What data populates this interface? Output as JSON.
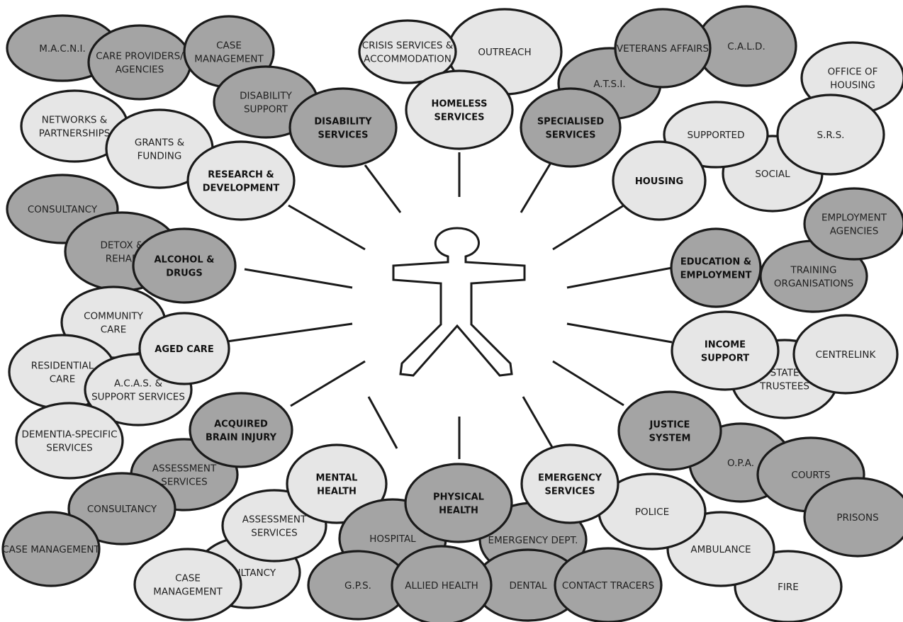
{
  "colors": {
    "dark_bubble": "#a4a4a4",
    "light_bubble": "#e6e6e6",
    "outline": "#1a1a1a",
    "background": "#ffffff"
  },
  "center_icon": "person-outline-icon",
  "bubbles": [
    {
      "id": "macni",
      "text": [
        "M.A.C.N.I."
      ],
      "tone": "dark",
      "kind": "sub"
    },
    {
      "id": "care-providers",
      "text": [
        "CARE PROVIDERS/",
        "AGENCIES"
      ],
      "tone": "dark",
      "kind": "sub"
    },
    {
      "id": "case-management-top",
      "text": [
        "CASE",
        "MANAGEMENT"
      ],
      "tone": "dark",
      "kind": "sub"
    },
    {
      "id": "disability-support",
      "text": [
        "DISABILITY",
        "SUPPORT"
      ],
      "tone": "dark",
      "kind": "sub"
    },
    {
      "id": "disability-services",
      "text": [
        "DISABILITY",
        "SERVICES"
      ],
      "tone": "dark",
      "kind": "main"
    },
    {
      "id": "networks",
      "text": [
        "NETWORKS &",
        "PARTNERSHIPS"
      ],
      "tone": "light",
      "kind": "sub"
    },
    {
      "id": "grants",
      "text": [
        "GRANTS &",
        "FUNDING"
      ],
      "tone": "light",
      "kind": "sub"
    },
    {
      "id": "research",
      "text": [
        "RESEARCH &",
        "DEVELOPMENT"
      ],
      "tone": "light",
      "kind": "main"
    },
    {
      "id": "outreach",
      "text": [
        "OUTREACH"
      ],
      "tone": "light",
      "kind": "sub"
    },
    {
      "id": "crisis",
      "text": [
        "CRISIS SERVICES &",
        "ACCOMMODATION"
      ],
      "tone": "light",
      "kind": "sub"
    },
    {
      "id": "homeless",
      "text": [
        "HOMELESS",
        "SERVICES"
      ],
      "tone": "light",
      "kind": "main"
    },
    {
      "id": "atsi",
      "text": [
        "A.T.S.I."
      ],
      "tone": "dark",
      "kind": "sub"
    },
    {
      "id": "cald",
      "text": [
        "C.A.L.D."
      ],
      "tone": "dark",
      "kind": "sub"
    },
    {
      "id": "veterans",
      "text": [
        "VETERANS AFFAIRS"
      ],
      "tone": "dark",
      "kind": "sub"
    },
    {
      "id": "specialised",
      "text": [
        "SPECIALISED",
        "SERVICES"
      ],
      "tone": "dark",
      "kind": "main"
    },
    {
      "id": "office-housing",
      "text": [
        "OFFICE OF",
        "HOUSING"
      ],
      "tone": "light",
      "kind": "sub"
    },
    {
      "id": "social",
      "text": [
        "SOCIAL"
      ],
      "tone": "light",
      "kind": "sub"
    },
    {
      "id": "supported",
      "text": [
        "SUPPORTED"
      ],
      "tone": "light",
      "kind": "sub"
    },
    {
      "id": "srs",
      "text": [
        "S.R.S."
      ],
      "tone": "light",
      "kind": "sub"
    },
    {
      "id": "housing",
      "text": [
        "HOUSING"
      ],
      "tone": "light",
      "kind": "main"
    },
    {
      "id": "consultancy-left",
      "text": [
        "CONSULTANCY"
      ],
      "tone": "dark",
      "kind": "sub"
    },
    {
      "id": "detox",
      "text": [
        "DETOX &",
        "REHAB"
      ],
      "tone": "dark",
      "kind": "sub"
    },
    {
      "id": "alcohol",
      "text": [
        "ALCOHOL &",
        "DRUGS"
      ],
      "tone": "dark",
      "kind": "main"
    },
    {
      "id": "training",
      "text": [
        "TRAINING",
        "ORGANISATIONS"
      ],
      "tone": "dark",
      "kind": "sub"
    },
    {
      "id": "employment-agencies",
      "text": [
        "EMPLOYMENT",
        "AGENCIES"
      ],
      "tone": "dark",
      "kind": "sub"
    },
    {
      "id": "education",
      "text": [
        "EDUCATION &",
        "EMPLOYMENT"
      ],
      "tone": "dark",
      "kind": "main"
    },
    {
      "id": "community-care",
      "text": [
        "COMMUNITY",
        "CARE"
      ],
      "tone": "light",
      "kind": "sub"
    },
    {
      "id": "residential",
      "text": [
        "RESIDENTIAL",
        "CARE"
      ],
      "tone": "light",
      "kind": "sub"
    },
    {
      "id": "acas",
      "text": [
        "A.C.A.S. &",
        "SUPPORT SERVICES"
      ],
      "tone": "light",
      "kind": "sub"
    },
    {
      "id": "aged-care",
      "text": [
        "AGED CARE"
      ],
      "tone": "light",
      "kind": "main"
    },
    {
      "id": "state-trustees",
      "text": [
        "STATE",
        "TRUSTEES"
      ],
      "tone": "light",
      "kind": "sub"
    },
    {
      "id": "centrelink",
      "text": [
        "CENTRELINK"
      ],
      "tone": "light",
      "kind": "sub"
    },
    {
      "id": "income",
      "text": [
        "INCOME",
        "SUPPORT"
      ],
      "tone": "light",
      "kind": "main"
    },
    {
      "id": "dementia",
      "text": [
        "DEMENTIA-SPECIFIC",
        "SERVICES"
      ],
      "tone": "light",
      "kind": "sub"
    },
    {
      "id": "assessment-abi",
      "text": [
        "ASSESSMENT",
        "SERVICES"
      ],
      "tone": "dark",
      "kind": "sub"
    },
    {
      "id": "consultancy-abi",
      "text": [
        "CONSULTANCY"
      ],
      "tone": "dark",
      "kind": "sub"
    },
    {
      "id": "case-management-abi",
      "text": [
        "CASE MANAGEMENT"
      ],
      "tone": "dark",
      "kind": "sub"
    },
    {
      "id": "abi",
      "text": [
        "ACQUIRED",
        "BRAIN INJURY"
      ],
      "tone": "dark",
      "kind": "main"
    },
    {
      "id": "opa",
      "text": [
        "O.P.A."
      ],
      "tone": "dark",
      "kind": "sub"
    },
    {
      "id": "courts",
      "text": [
        "COURTS"
      ],
      "tone": "dark",
      "kind": "sub"
    },
    {
      "id": "prisons",
      "text": [
        "PRISONS"
      ],
      "tone": "dark",
      "kind": "sub"
    },
    {
      "id": "justice",
      "text": [
        "JUSTICE",
        "SYSTEM"
      ],
      "tone": "dark",
      "kind": "main"
    },
    {
      "id": "consultancy-mh",
      "text": [
        "NSULTANCY"
      ],
      "tone": "light",
      "kind": "sub"
    },
    {
      "id": "case-management-mh",
      "text": [
        "CASE",
        "MANAGEMENT"
      ],
      "tone": "light",
      "kind": "sub"
    },
    {
      "id": "assessment-mh",
      "text": [
        "ASSESSMENT",
        "SERVICES"
      ],
      "tone": "light",
      "kind": "sub"
    },
    {
      "id": "mental",
      "text": [
        "MENTAL",
        "HEALTH"
      ],
      "tone": "light",
      "kind": "main"
    },
    {
      "id": "hospital",
      "text": [
        "HOSPITAL"
      ],
      "tone": "dark",
      "kind": "sub"
    },
    {
      "id": "emergency-dept",
      "text": [
        "EMERGENCY DEPT."
      ],
      "tone": "dark",
      "kind": "sub"
    },
    {
      "id": "gps",
      "text": [
        "G.P.S."
      ],
      "tone": "dark",
      "kind": "sub"
    },
    {
      "id": "dental",
      "text": [
        "DENTAL"
      ],
      "tone": "dark",
      "kind": "sub"
    },
    {
      "id": "contact-tracers",
      "text": [
        "CONTACT TRACERS"
      ],
      "tone": "dark",
      "kind": "sub"
    },
    {
      "id": "allied",
      "text": [
        "ALLIED HEALTH"
      ],
      "tone": "dark",
      "kind": "sub"
    },
    {
      "id": "physical",
      "text": [
        "PHYSICAL",
        "HEALTH"
      ],
      "tone": "dark",
      "kind": "main"
    },
    {
      "id": "fire",
      "text": [
        "FIRE"
      ],
      "tone": "light",
      "kind": "sub"
    },
    {
      "id": "ambulance",
      "text": [
        "AMBULANCE"
      ],
      "tone": "light",
      "kind": "sub"
    },
    {
      "id": "police",
      "text": [
        "POLICE"
      ],
      "tone": "light",
      "kind": "sub"
    },
    {
      "id": "emergency",
      "text": [
        "EMERGENCY",
        "SERVICES"
      ],
      "tone": "light",
      "kind": "main"
    }
  ]
}
